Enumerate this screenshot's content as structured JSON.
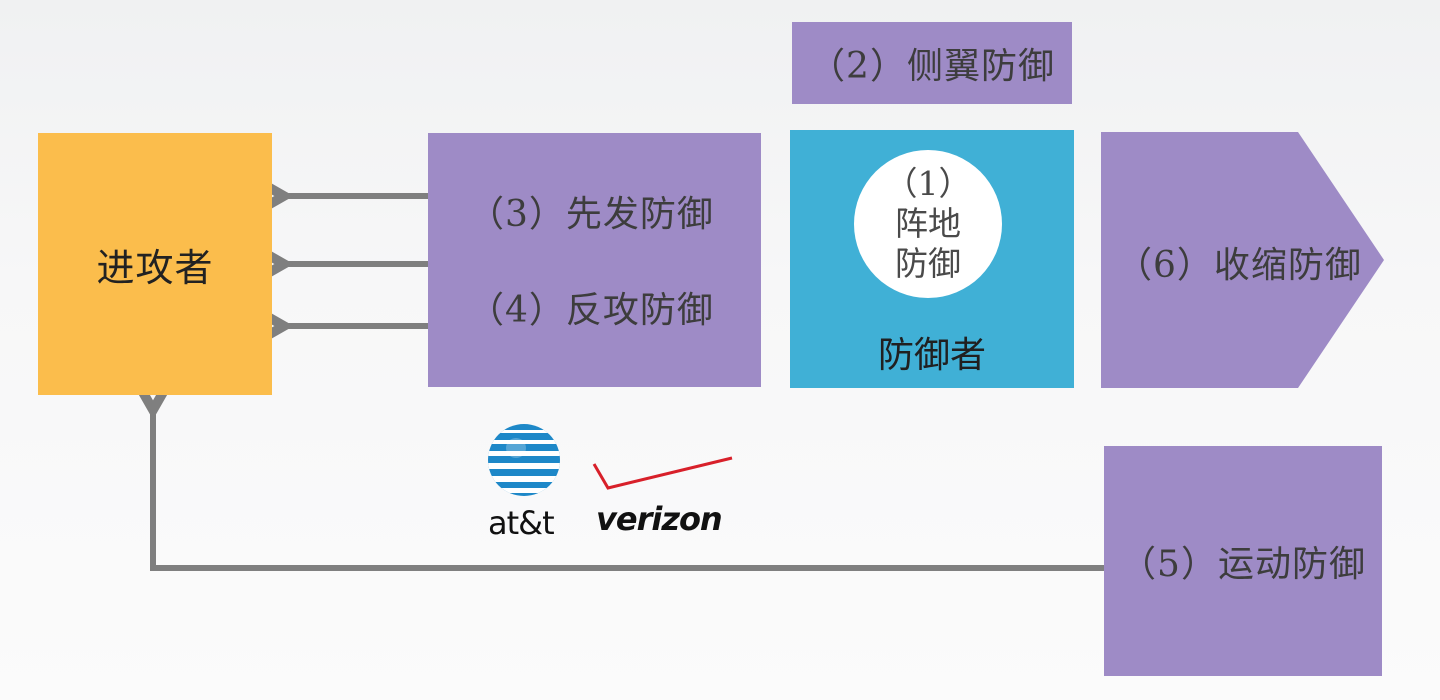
{
  "attacker": {
    "label": "进攻者"
  },
  "defender": {
    "label": "防御者",
    "position_defense": {
      "number": "（1）",
      "line1": "阵地",
      "line2": "防御"
    }
  },
  "strategies": {
    "flank": "（2）侧翼防御",
    "preemptive": "（3）先发防御",
    "counter": "（4）反攻防御",
    "mobile": "（5）运动防御",
    "contraction": "（6）收缩防御"
  },
  "logos": {
    "att": "at&t",
    "verizon": "verizon"
  },
  "colors": {
    "attacker_fill": "#fbbd4c",
    "strategy_fill": "#9e8bc6",
    "defender_fill": "#40b0d6",
    "arrow": "#7f7f7f",
    "verizon_check": "#d8202a",
    "att_globe": "#1e88c8"
  }
}
